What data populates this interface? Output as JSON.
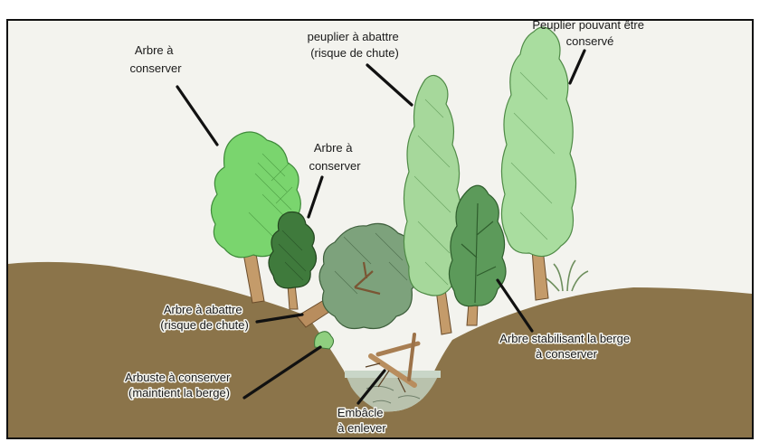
{
  "labels": {
    "tree_keep_left": [
      "Arbre à",
      "conserver"
    ],
    "tree_keep_small": [
      "Arbre à",
      "conserver"
    ],
    "poplar_fell": [
      "peuplier à abattre",
      "(risque de chute)"
    ],
    "poplar_keep": [
      "Peuplier pouvant être",
      "conservé"
    ],
    "tree_fell": [
      "Arbre à abattre",
      "(risque de chute)"
    ],
    "shrub_keep": [
      "Arbuste à conserver",
      "(maintient la berge)"
    ],
    "tree_stabilize": [
      "Arbre stabilisant la berge",
      "à conserver"
    ],
    "logjam": [
      "Embâcle",
      "à enlever"
    ]
  },
  "colors": {
    "sky": "#f3f3ee",
    "ground": "#8b744a",
    "ravine_bottom": "#b9c2ad",
    "water": "#c9d6c8",
    "tree_keep_left": "#7ad56e",
    "tree_keep_small": "#3f7a3c",
    "tree_fell": "#7da27c",
    "poplar_fell": "#a6d89b",
    "tree_stabilize": "#5c9a5a",
    "poplar_keep": "#a9dd9f",
    "trunk": "#c49b6a",
    "pointer": "#111111"
  }
}
